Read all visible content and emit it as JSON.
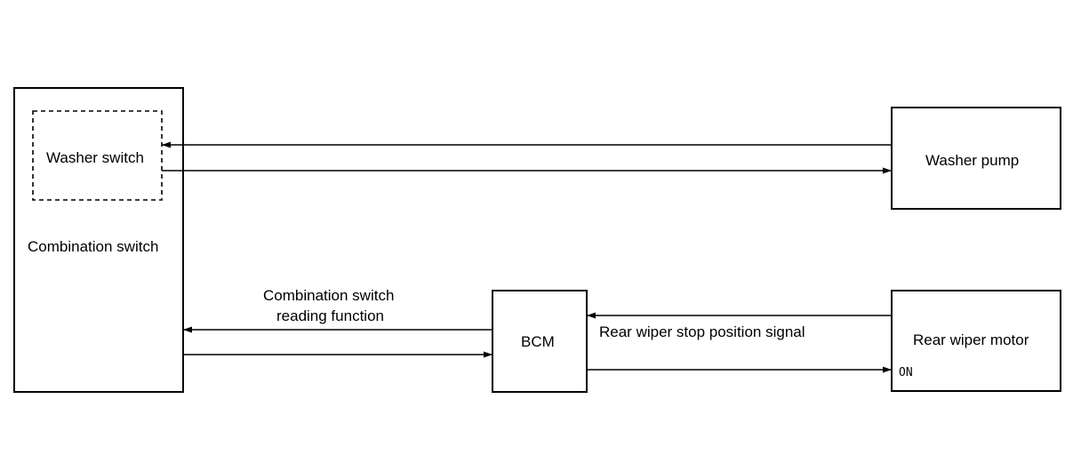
{
  "blocks": {
    "combination_switch": "Combination switch",
    "washer_switch": "Washer switch",
    "washer_pump": "Washer pump",
    "bcm": "BCM",
    "rear_wiper_motor": "Rear wiper motor"
  },
  "signals": {
    "reading_function_line1": "Combination switch",
    "reading_function_line2": "reading function",
    "stop_position": "Rear wiper stop position signal",
    "motor_on": "ON"
  }
}
